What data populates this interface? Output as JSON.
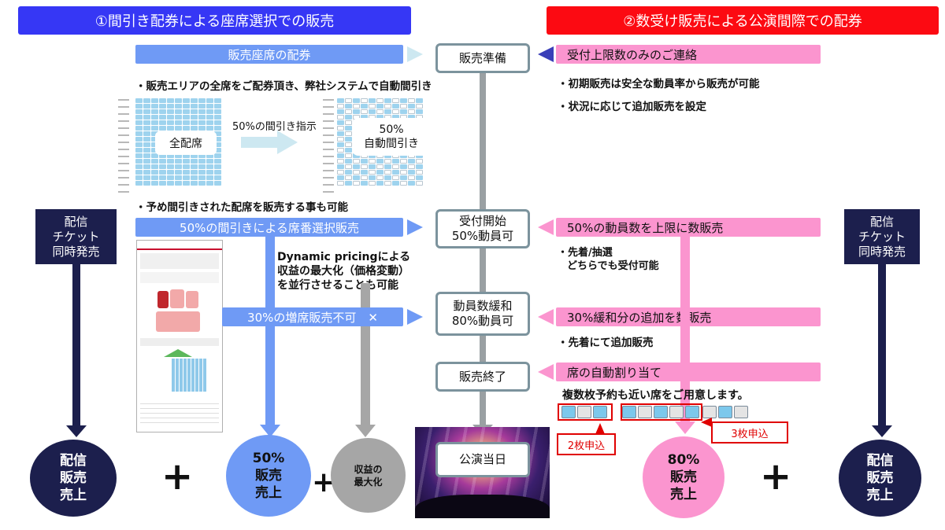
{
  "left_banner": "①間引き配券による座席選択での販売",
  "right_banner": "②数受け販売による公演間際での配券",
  "left": {
    "bar1": "販売座席の配券",
    "bullet1": "・販売エリアの全席をご配券頂き、弊社システムで自動間引き",
    "full_label": "全配席",
    "arrow_label": "50%の間引き指示",
    "auto_label_1": "50%",
    "auto_label_2": "自動間引き",
    "bullet2": "・予め間引きされた配席を販売する事も可能",
    "bar2": "50%の間引きによる席番選択販売",
    "dynamic_1": "Dynamic pricingによる",
    "dynamic_2": "収益の最大化（価格変動）",
    "dynamic_3": "を並行させることも可能",
    "bar3": "30%の増席販売不可　✕"
  },
  "steps": {
    "s1": "販売準備",
    "s2_1": "受付開始",
    "s2_2": "50%動員可",
    "s3_1": "動員数緩和",
    "s3_2": "80%動員可",
    "s4": "販売終了",
    "s5": "公演当日"
  },
  "right": {
    "bar1": "受付上限数のみのご連絡",
    "bullet1": "・初期販売は安全な動員率から販売が可能",
    "bullet2": "・状況に応じて追加販売を設定",
    "bar2": "50%の動員数を上限に数販売",
    "note2_1": "・先着/抽選",
    "note2_2": "どちらでも受付可能",
    "bar3": "30%緩和分の追加を数販売",
    "note3": "・先着にて追加販売",
    "bar4": "席の自動割り当て",
    "note4": "複数枚予約も近い席をご用意します。",
    "callout1": "2枚申込",
    "callout2": "3枚申込"
  },
  "stream_box": [
    "配信",
    "チケット",
    "同時発売"
  ],
  "results": {
    "stream": [
      "配信",
      "販売",
      "売上"
    ],
    "left_sales": [
      "50%",
      "販売",
      "売上"
    ],
    "profit": [
      "収益の",
      "最大化"
    ],
    "right_sales": [
      "80%",
      "販売",
      "売上"
    ]
  },
  "plus_sign": "+",
  "colors": {
    "blue_banner": "#3637f5",
    "red_banner": "#fc0a12",
    "blue_bar": "#6f9af5",
    "pink_bar": "#fb95cf",
    "navy": "#1c1f4d",
    "step_border": "#7c939d"
  }
}
